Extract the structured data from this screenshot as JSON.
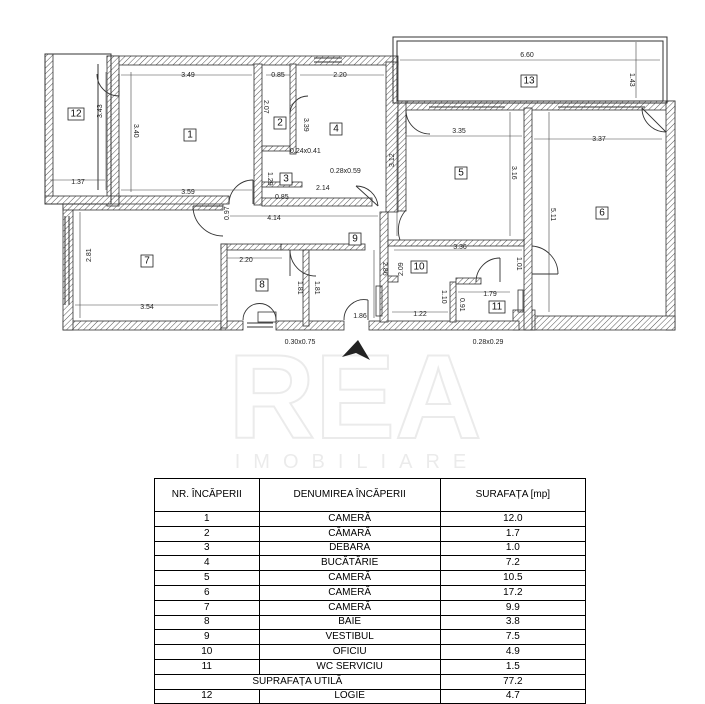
{
  "watermark": {
    "brand": "REA",
    "subtitle": "IMOBILIARE"
  },
  "rooms": [
    {
      "num": "1"
    },
    {
      "num": "2"
    },
    {
      "num": "3"
    },
    {
      "num": "4"
    },
    {
      "num": "5"
    },
    {
      "num": "6"
    },
    {
      "num": "7"
    },
    {
      "num": "8"
    },
    {
      "num": "9"
    },
    {
      "num": "10"
    },
    {
      "num": "11"
    },
    {
      "num": "12"
    },
    {
      "num": "13"
    }
  ],
  "dimensions": [
    "6.60",
    "1.43",
    "3.49",
    "0.85",
    "2.20",
    "2.07",
    "3.39",
    "3.40",
    "3.43",
    "1.37",
    "3.59",
    "0.24x0.41",
    "1.29",
    "0.85",
    "0.28x0.59",
    "2.14",
    "3.12",
    "3.35",
    "3.16",
    "3.37",
    "5.11",
    "0.97",
    "4.14",
    "2.20",
    "2.81",
    "3.54",
    "1.81",
    "1.81",
    "2.86",
    "2.09",
    "1.10",
    "3.36",
    "1.01",
    "1.79",
    "0.91",
    "1.22",
    "1.86",
    "0.30x0.75",
    "0.28x0.29"
  ],
  "table": {
    "headers": [
      "NR. ÎNCĂPERII",
      "DENUMIREA ÎNCĂPERII",
      "SURAFAȚA [mp]"
    ],
    "rows": [
      {
        "nr": "1",
        "name": "CAMERĂ",
        "area": "12.0"
      },
      {
        "nr": "2",
        "name": "CĂMARĂ",
        "area": "1.7"
      },
      {
        "nr": "3",
        "name": "DEBARA",
        "area": "1.0"
      },
      {
        "nr": "4",
        "name": "BUCĂTĂRIE",
        "area": "7.2"
      },
      {
        "nr": "5",
        "name": "CAMERĂ",
        "area": "10.5"
      },
      {
        "nr": "6",
        "name": "CAMERĂ",
        "area": "17.2"
      },
      {
        "nr": "7",
        "name": "CAMERĂ",
        "area": "9.9"
      },
      {
        "nr": "8",
        "name": "BAIE",
        "area": "3.8"
      },
      {
        "nr": "9",
        "name": "VESTIBUL",
        "area": "7.5"
      },
      {
        "nr": "10",
        "name": "OFICIU",
        "area": "4.9"
      },
      {
        "nr": "11",
        "name": "WC SERVICIU",
        "area": "1.5"
      }
    ],
    "total_label": "SUPRAFAȚA UTILĂ",
    "total_value": "77.2",
    "extra_row": {
      "nr": "12",
      "name": "LOGIE",
      "area": "4.7"
    }
  }
}
